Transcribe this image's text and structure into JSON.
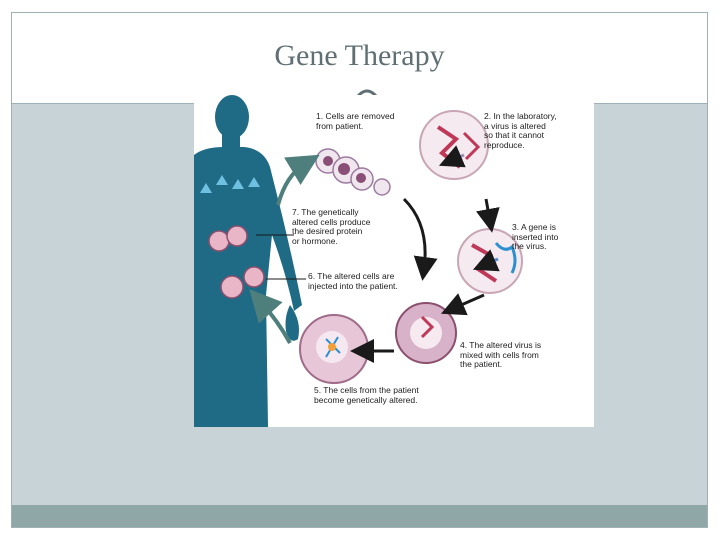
{
  "slide": {
    "title": "Gene Therapy",
    "colors": {
      "frame": "#c8d3d8",
      "footer": "#8fa7a7",
      "title": "#5f6f73",
      "body_silhouette": "#1f6b85"
    }
  },
  "figure": {
    "steps": [
      {
        "id": 1,
        "text": "1. Cells are removed\nfrom patient."
      },
      {
        "id": 2,
        "text": "2. In the laboratory,\na virus is altered\nso that it cannot\nreproduce."
      },
      {
        "id": 3,
        "text": "3. A gene is\ninserted into\nthe virus."
      },
      {
        "id": 4,
        "text": "4. The altered virus is\nmixed with cells from\nthe patient."
      },
      {
        "id": 5,
        "text": "5. The cells from the patient\nbecome genetically altered."
      },
      {
        "id": 6,
        "text": "6. The altered cells are\ninjected into the patient."
      },
      {
        "id": 7,
        "text": "7. The genetically\naltered cells produce\nthe desired protein\nor hormone."
      }
    ]
  }
}
